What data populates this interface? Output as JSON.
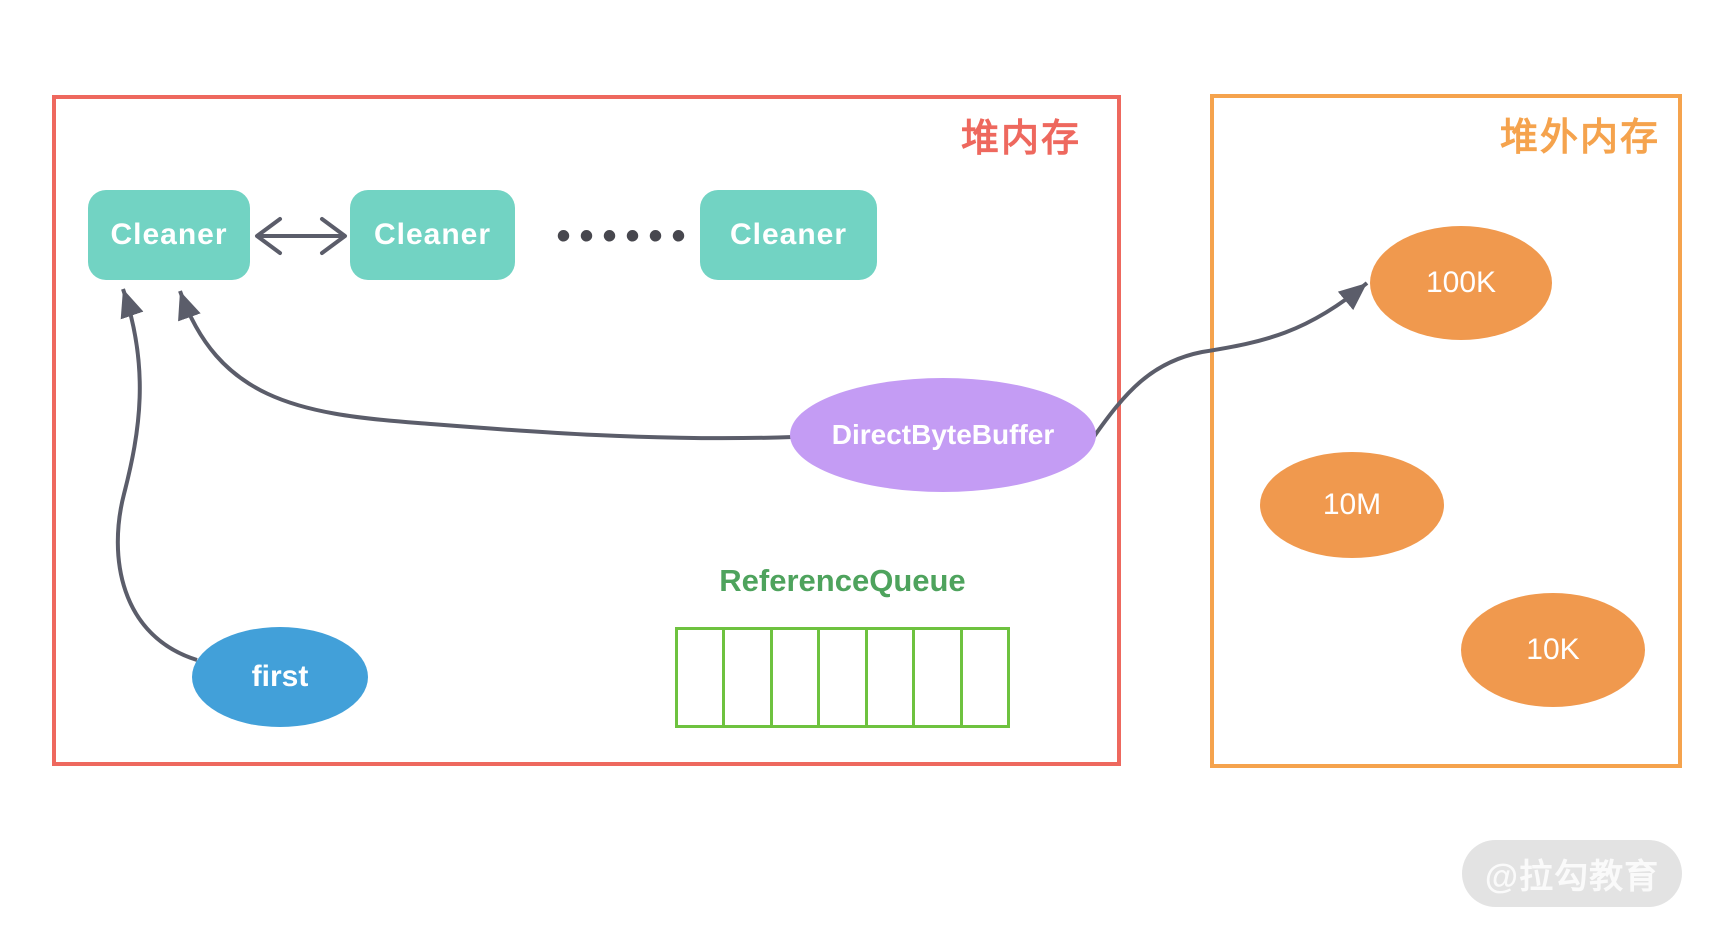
{
  "page": {
    "background": "#ffffff"
  },
  "heap_region": {
    "label": "堆内存",
    "border_color": "#ee685e",
    "cleaner_fill": "#72d3c3",
    "cleaners": [
      {
        "label": "Cleaner"
      },
      {
        "label": "Cleaner"
      },
      {
        "label": "Cleaner"
      }
    ],
    "ellipsis_dots": "••••••",
    "direct_byte_buffer": {
      "label": "DirectByteBuffer",
      "fill": "#c49cf4"
    },
    "first": {
      "label": "first",
      "fill": "#42a0d9"
    },
    "reference_queue": {
      "title": "ReferenceQueue",
      "title_color": "#4ea35d",
      "cell_count": 7,
      "cell_border_color": "#6ec23f"
    }
  },
  "offheap_region": {
    "label": "堆外内存",
    "border_color": "#f5a34d",
    "block_fill": "#f0994e",
    "blocks": [
      {
        "label": "100K"
      },
      {
        "label": "10M"
      },
      {
        "label": "10K"
      }
    ]
  },
  "arrows": {
    "color": "#5b5d6a",
    "links": [
      {
        "name": "cleaner-to-cleaner",
        "type": "double-headed"
      },
      {
        "name": "first-to-cleaner",
        "type": "single-headed"
      },
      {
        "name": "directbytebuffer-to-cleaner",
        "type": "single-headed"
      },
      {
        "name": "directbytebuffer-to-100k",
        "type": "single-headed"
      }
    ]
  },
  "watermark": {
    "text": "@拉勾教育"
  }
}
